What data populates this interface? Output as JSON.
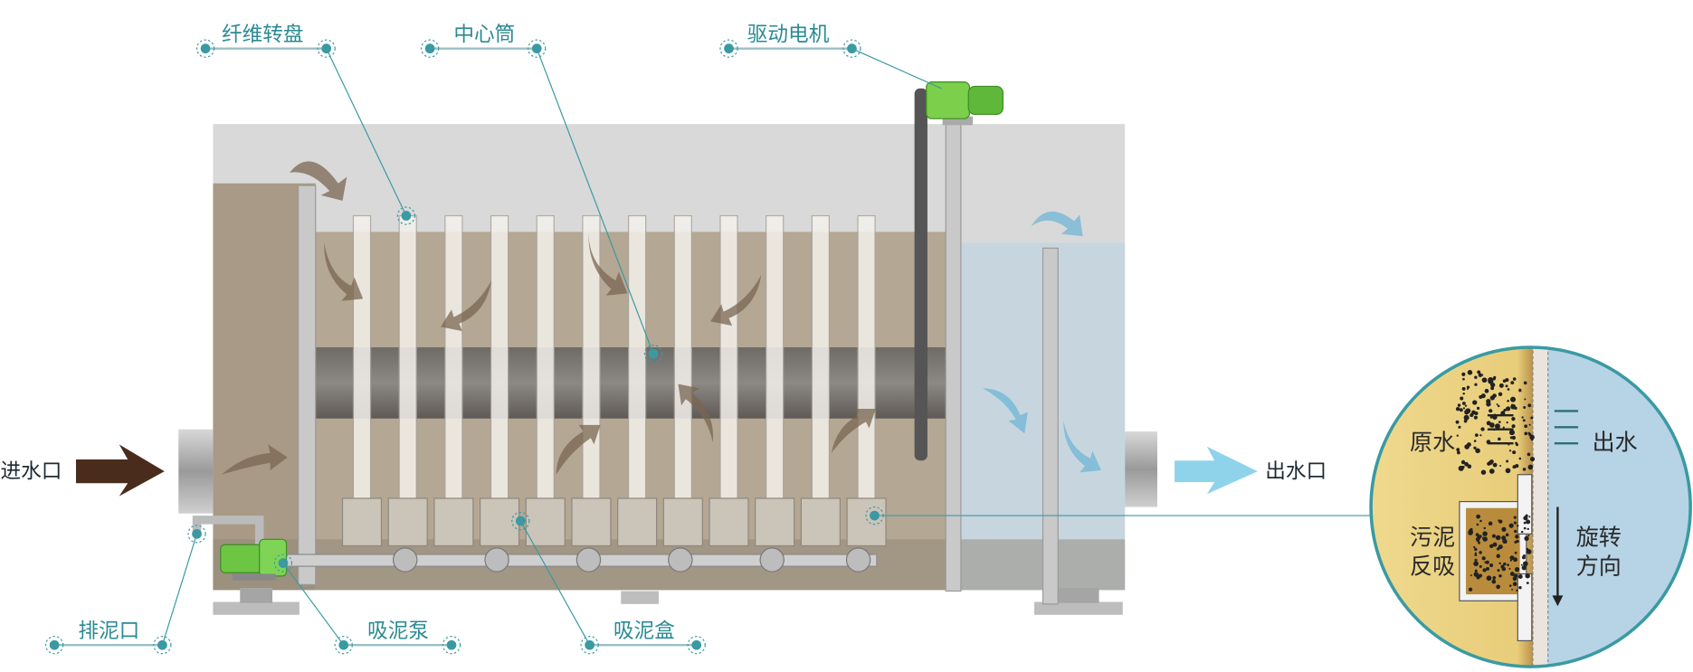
{
  "labels": {
    "fiber_disc": "纤维转盘",
    "center_tube": "中心筒",
    "drive_motor": "驱动电机",
    "sludge_outlet": "排泥口",
    "suction_pump": "吸泥泵",
    "suction_box": "吸泥盒",
    "inlet": "进水口",
    "outlet": "出水口"
  },
  "detail": {
    "raw_water": "原水",
    "effluent": "出水",
    "sludge_line1": "污泥",
    "sludge_line2": "反吸",
    "rotation_line1": "旋转",
    "rotation_line2": "方向"
  },
  "colors": {
    "accent": "#3a9aa3",
    "water": "#a89a86",
    "clear_water": "#c7d6de",
    "inlet_arrow": "#4a2c1c",
    "outlet_arrow": "#8fd3ea",
    "pump": "#6cc644"
  }
}
